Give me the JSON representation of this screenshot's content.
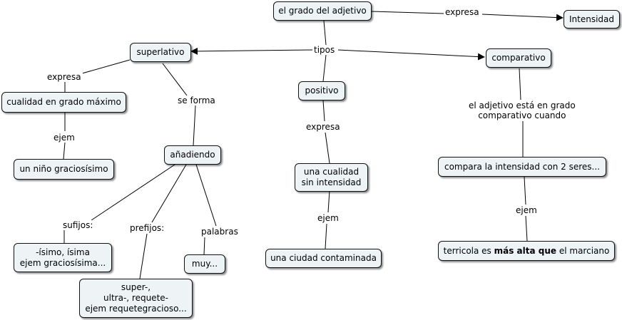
{
  "concept_map": {
    "nodes": {
      "root": "el grado del adjetivo",
      "intensidad": "Intensidad",
      "superlativo": "superlativo",
      "comparativo": "comparativo",
      "positivo": "positivo",
      "cualidad_max": "cualidad en grado máximo",
      "nino": "un niño graciosísimo",
      "anadiendo": "añadiendo",
      "isimo_line1": "-ísimo, ísima",
      "isimo_line2": "ejem graciosísima...",
      "muy": "muy...",
      "super_line1": "super-,",
      "super_line2": "ultra-, requete-",
      "super_line3": "ejem requetegracioso...",
      "una_cualidad_line1": "una cualidad",
      "una_cualidad_line2": "sin  intensidad",
      "ciudad": "una ciudad contaminada",
      "compara": "compara la intensidad con 2 seres...",
      "terricola_pre": "terricola es ",
      "terricola_bold": "más alta que",
      "terricola_post": " el marciano"
    },
    "links": {
      "expresa_top": "expresa",
      "tipos": "tipos",
      "expresa_sup": "expresa",
      "se_forma": "se forma",
      "ejem_sup": "ejem",
      "sufijos": "sufijos:",
      "prefijos": "prefijos:",
      "palabras": "palabras",
      "expresa_pos": "expresa",
      "ejem_pos": "ejem",
      "comp_line1": "el adjetivo está en grado",
      "comp_line2": "comparativo cuando",
      "ejem_comp": "ejem"
    }
  }
}
